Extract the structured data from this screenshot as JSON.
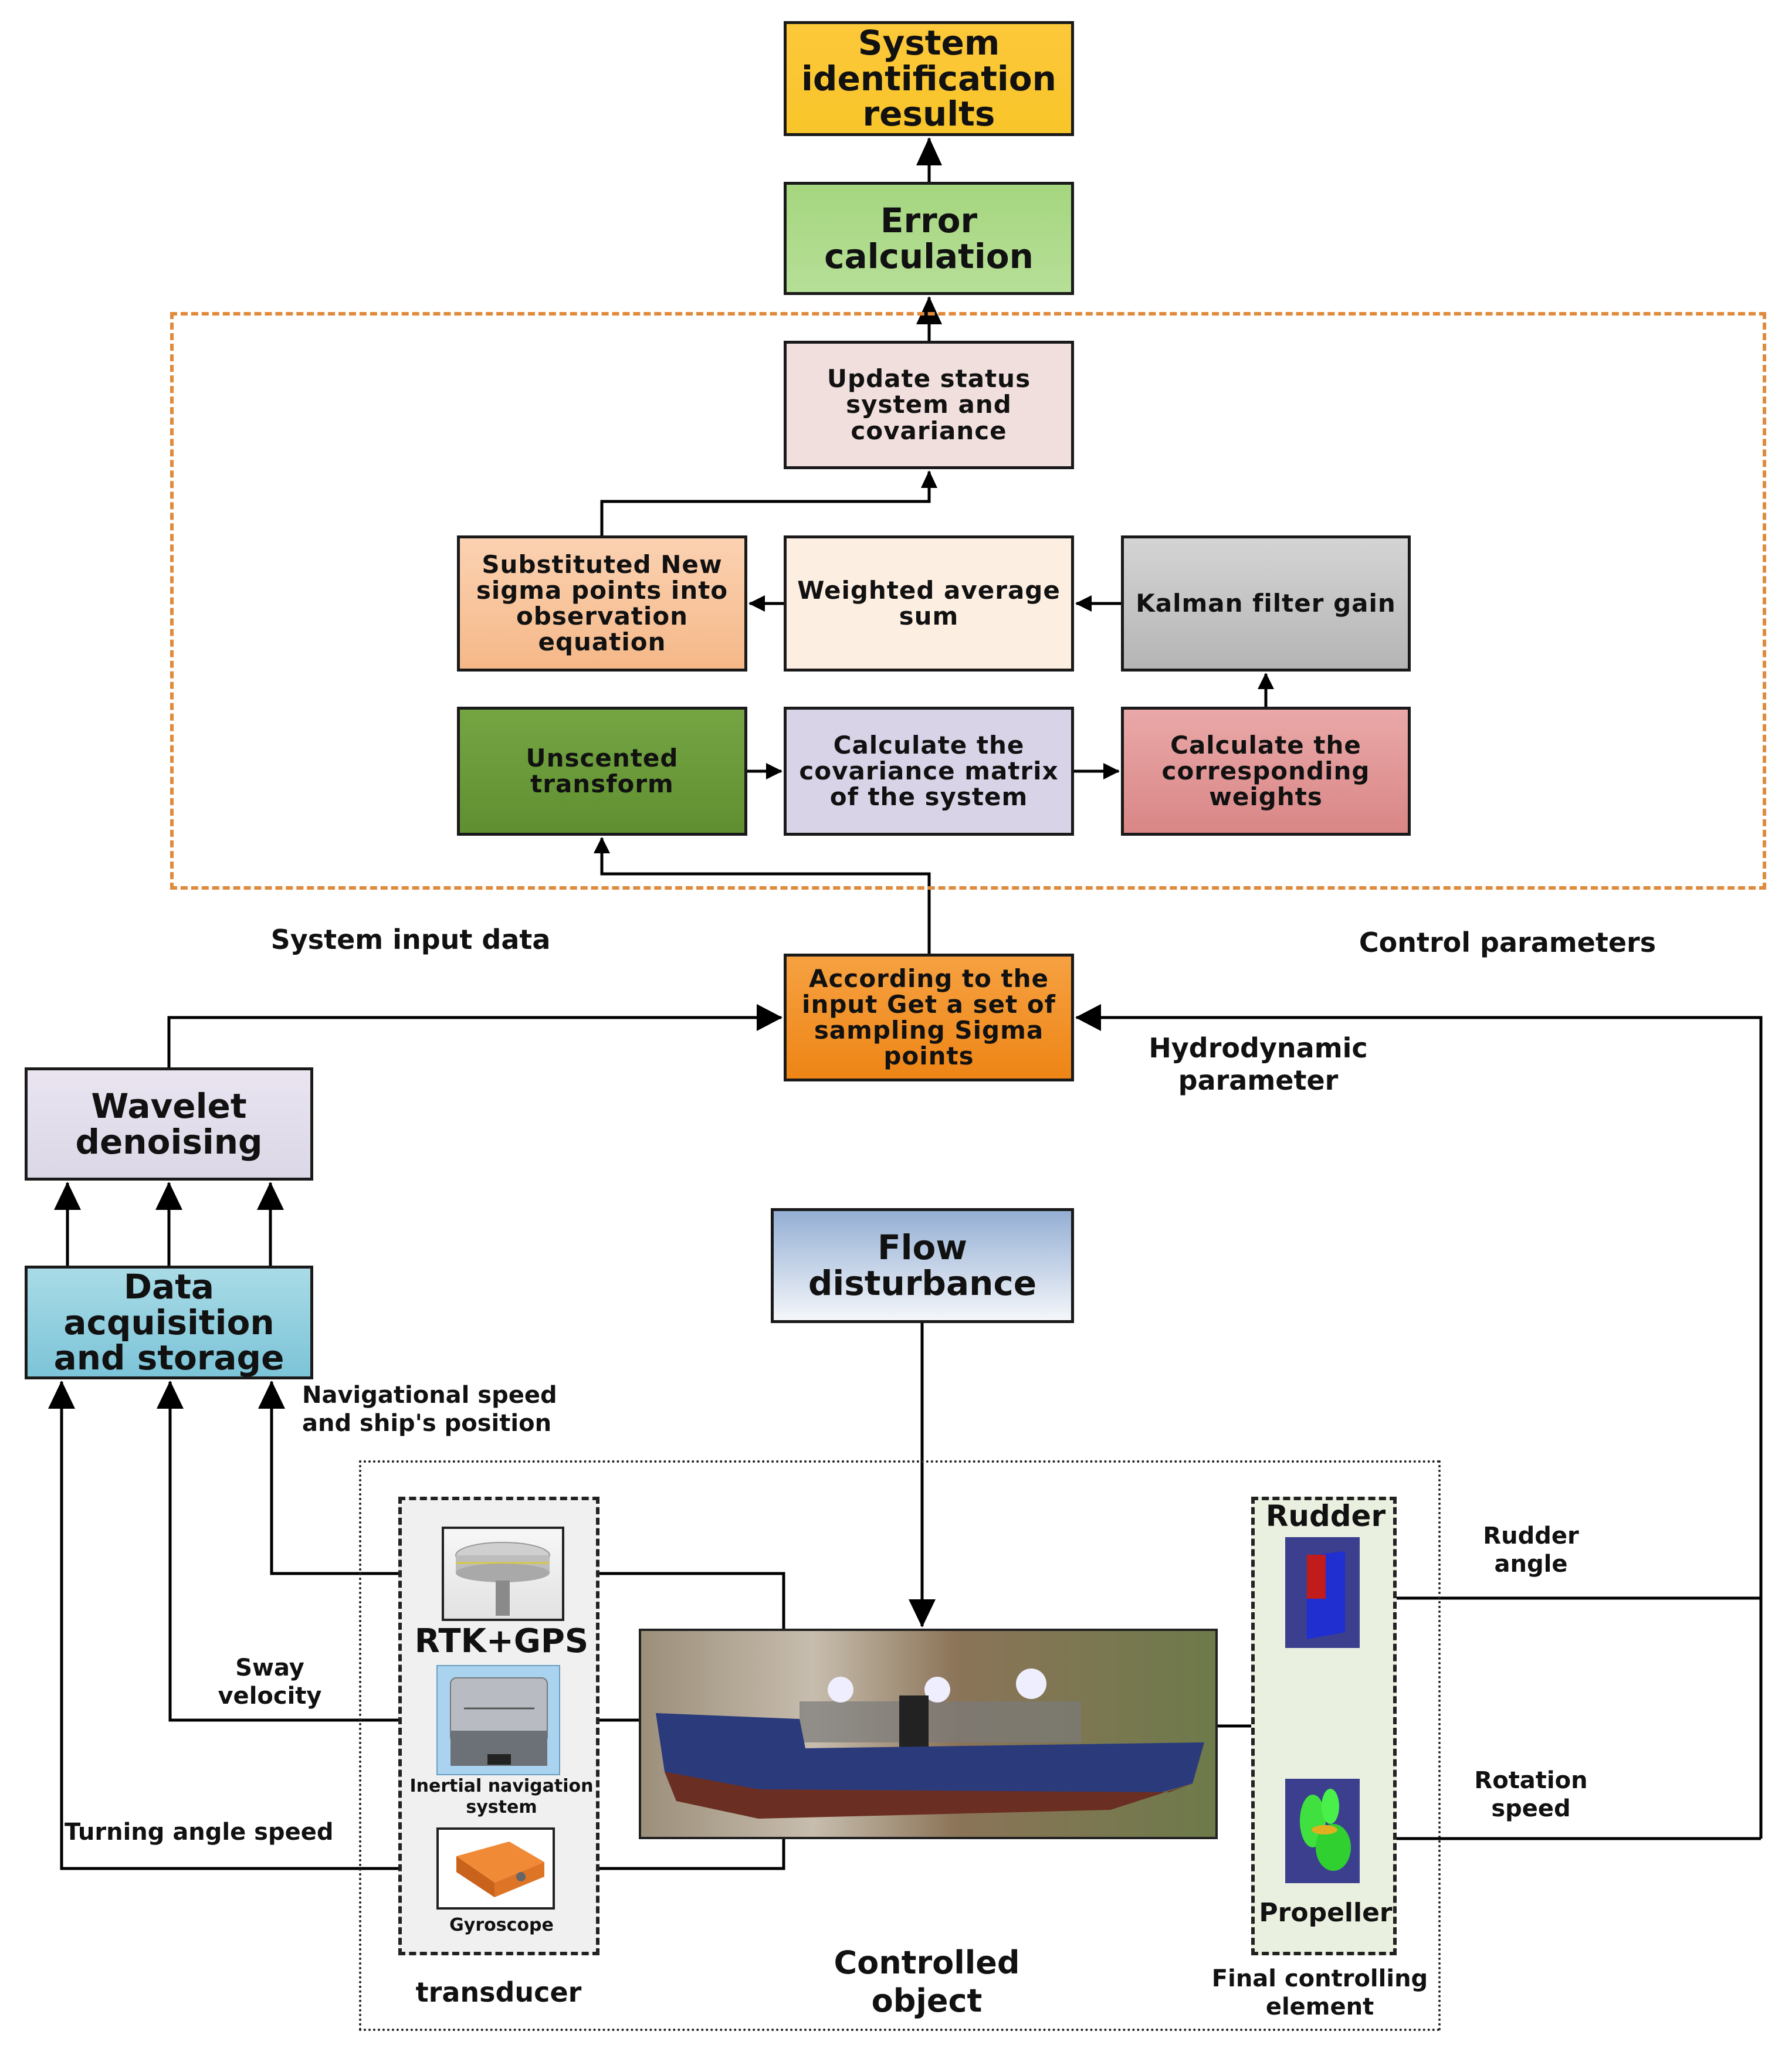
{
  "diagram": {
    "top_boxes": {
      "system_identification_results": "System identification results",
      "error_calculation": "Error calculation"
    },
    "ukf_loop": {
      "update_status": "Update status system and covariance",
      "substituted_sigma": "Substituted New sigma points into observation equation",
      "weighted_average": "Weighted average sum",
      "kalman_gain": "Kalman filter gain",
      "unscented_transform": "Unscented transform",
      "calc_covariance": "Calculate the covariance matrix of the system",
      "calc_weights": "Calculate the corresponding weights"
    },
    "sampling_box": "According to the input Get a set of sampling Sigma points",
    "labels": {
      "system_input_data": "System input data",
      "control_parameters": "Control parameters",
      "hydrodynamic_parameter": "Hydrodynamic parameter",
      "navigational_speed": "Navigational speed and ship's position",
      "sway_velocity": "Sway velocity",
      "turning_angle_speed": "Turning angle speed",
      "rudder_angle": "Rudder angle",
      "rotation_speed": "Rotation speed",
      "controlled_object": "Controlled object",
      "transducer": "transducer",
      "final_controlling_element": "Final controlling element"
    },
    "left_boxes": {
      "wavelet_denoising": "Wavelet denoising",
      "data_acquisition": "Data acquisition and storage"
    },
    "flow_disturbance": "Flow disturbance",
    "sensors": {
      "rtk_gps": "RTK+GPS",
      "ins": "Inertial navigation system",
      "gyroscope": "Gyroscope"
    },
    "actuators": {
      "rudder": "Rudder",
      "propeller": "Propeller"
    },
    "colors": {
      "system_results": "#fbc531",
      "error_calc": "#a9d98a",
      "update_status": "#f1dcdb",
      "substituted": "#f7c29b",
      "weighted": "#fdeee1",
      "kalman": "#c4c4c4",
      "unscented": "#71a040",
      "covariance": "#d6d1e6",
      "weights": "#e39898",
      "sampling": "#f39222",
      "wavelet": "#e3dfec",
      "data_acq": "#8ecfdf",
      "flow": "#9fb6d6",
      "loop_border": "#e08a3c"
    }
  }
}
